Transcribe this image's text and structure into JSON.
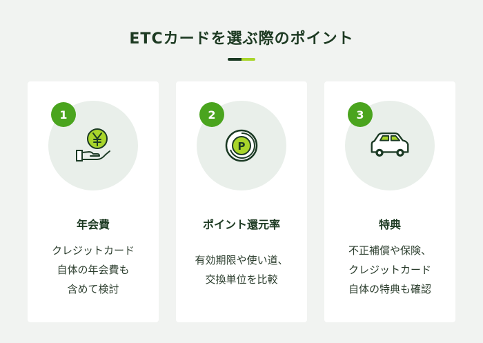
{
  "header": {
    "title": "ETCカードを選ぶ際のポイント"
  },
  "cards": [
    {
      "number": "1",
      "icon": "yen-coin-hand-icon",
      "title": "年会費",
      "desc": [
        "クレジットカード",
        "自体の年会費も",
        "含めて検討"
      ]
    },
    {
      "number": "2",
      "icon": "points-coin-icon",
      "title": "ポイント還元率",
      "desc": [
        "有効期限や使い道、",
        "交換単位を比較"
      ]
    },
    {
      "number": "3",
      "icon": "car-icon",
      "title": "特典",
      "desc": [
        "不正補償や保険、",
        "クレジットカード",
        "自体の特典も確認"
      ]
    }
  ],
  "colors": {
    "accent_green": "#4aa41e",
    "coin_green": "#a8d52b",
    "dark_green": "#1b3a24",
    "background": "#f1f3f1"
  }
}
